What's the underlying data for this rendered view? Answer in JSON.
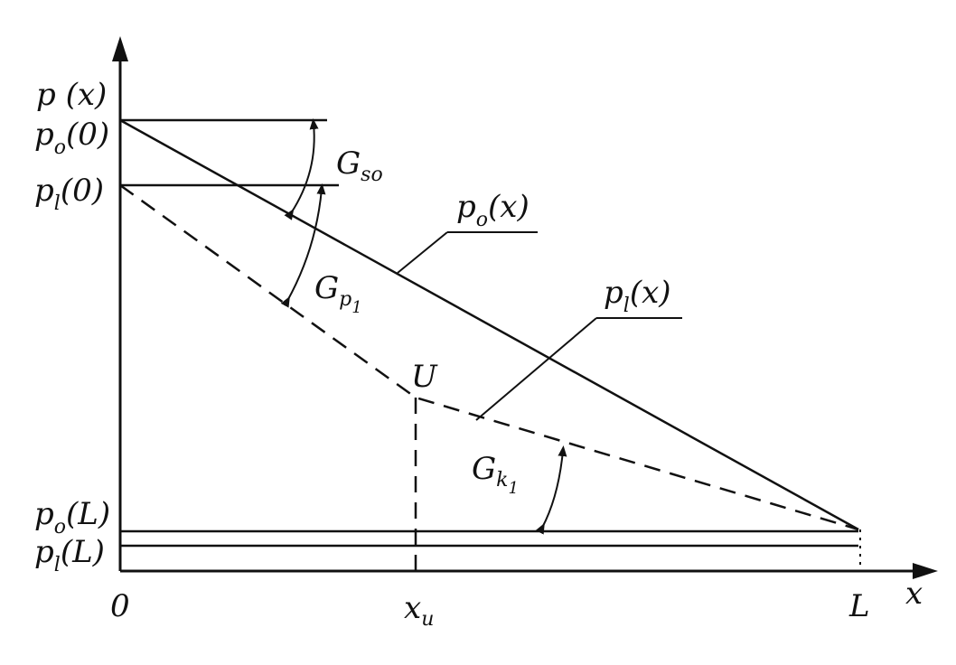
{
  "diagram": {
    "colors": {
      "ink": "#111111",
      "background": "#ffffff"
    },
    "axes": {
      "y_label": "p (x)",
      "x_label": "x",
      "origin_label": "0",
      "xu_label": {
        "main": "x",
        "sub": "u"
      },
      "L_label": "L"
    },
    "left_labels": {
      "po0": {
        "main": "p",
        "sub": "o",
        "tail": "(0)"
      },
      "pl0": {
        "main": "p",
        "sub": "l",
        "tail": "(0)"
      },
      "poL": {
        "main": "p",
        "sub": "o",
        "tail": "(L)"
      },
      "plL": {
        "main": "p",
        "sub": "l",
        "tail": "(L)"
      }
    },
    "curve_labels": {
      "po_x": {
        "main": "p",
        "sub": "o",
        "tail": "(x)"
      },
      "pl_x": {
        "main": "p",
        "sub": "l",
        "tail": "(x)"
      }
    },
    "angle_labels": {
      "gso": {
        "main": "G",
        "sub": "so"
      },
      "gp1": {
        "main": "G",
        "sub": "p",
        "subsub": "1"
      },
      "gk1": {
        "main": "G",
        "sub": "k",
        "subsub": "1"
      }
    },
    "point_labels": {
      "u": "U"
    }
  }
}
